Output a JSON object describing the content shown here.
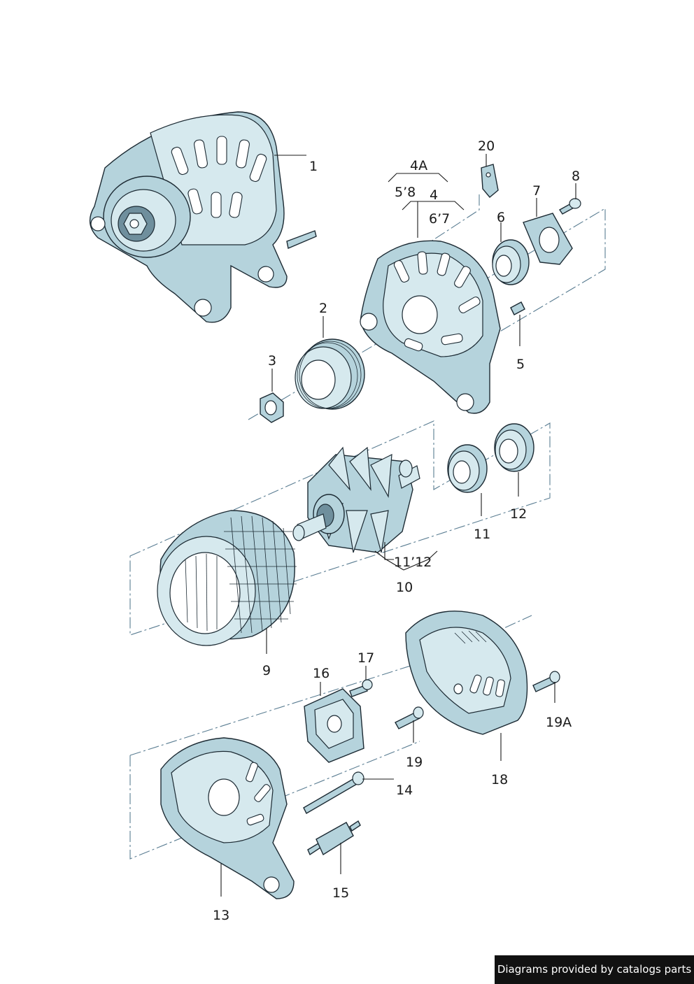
{
  "labels": {
    "l1": "1",
    "l2": "2",
    "l3": "3",
    "l4": "4",
    "l4A": "4A",
    "l5": "5",
    "l5_8": "5’8",
    "l6": "6",
    "l6_7": "6’7",
    "l7": "7",
    "l8": "8",
    "l9": "9",
    "l10": "10",
    "l11": "11",
    "l11_12": "11’12",
    "l12": "12",
    "l13": "13",
    "l14": "14",
    "l15": "15",
    "l16": "16",
    "l17": "17",
    "l18": "18",
    "l19": "19",
    "l19A": "19A",
    "l20": "20"
  },
  "credit": "Diagrams provided by catalogs parts"
}
